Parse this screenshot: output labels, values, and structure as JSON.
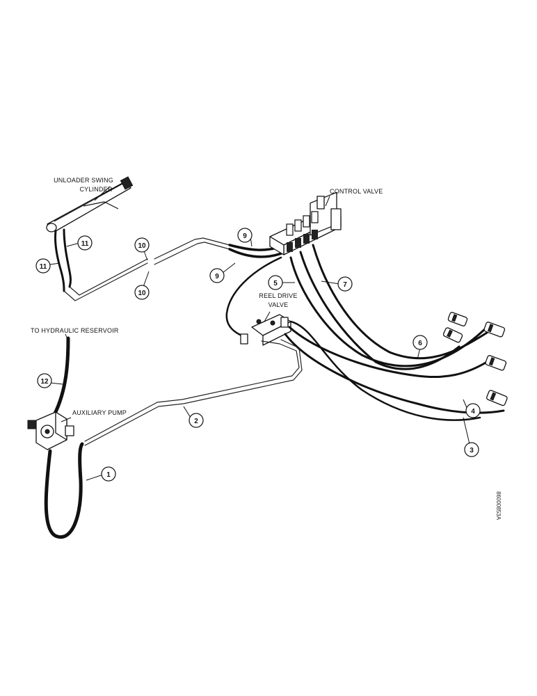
{
  "labels": {
    "unloader_line1": "UNLOADER SWING",
    "unloader_line2": "CYLINDER",
    "control_valve": "CONTROL VALVE",
    "reel_line1": "REEL DRIVE",
    "reel_line2": "VALVE",
    "reservoir": "TO HYDRAULIC RESERVOIR",
    "aux_pump": "AUXILIARY PUMP",
    "figure_code": "86000853A"
  },
  "callouts": {
    "c1": "1",
    "c2": "2",
    "c3": "3",
    "c4": "4",
    "c5": "5",
    "c6": "6",
    "c7": "7",
    "c9a": "9",
    "c9b": "9",
    "c10a": "10",
    "c10b": "10",
    "c11a": "11",
    "c11b": "11",
    "c12": "12"
  }
}
